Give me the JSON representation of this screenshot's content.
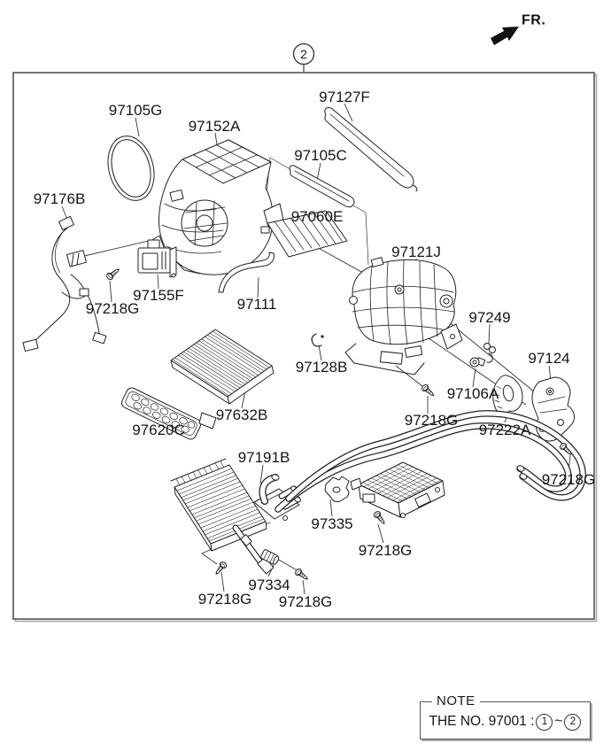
{
  "fr_indicator": {
    "label": "FR."
  },
  "assembly_callout": {
    "number": "2"
  },
  "parts": {
    "p97105g": "97105G",
    "p97152a": "97152A",
    "p97127f": "97127F",
    "p97105c": "97105C",
    "p97176b": "97176B",
    "p97060e": "97060E",
    "p97121j": "97121J",
    "p97155f": "97155F",
    "p97111": "97111",
    "p97128b": "97128B",
    "p97249": "97249",
    "p97124": "97124",
    "p97106a": "97106A",
    "p97632b": "97632B",
    "p97222a": "97222A",
    "p97620c": "97620C",
    "p97191b": "97191B",
    "p97335": "97335",
    "p97334": "97334",
    "p97218g": "97218G"
  },
  "note": {
    "title": "NOTE",
    "prefix": "THE NO. 97001 :",
    "range_start": "1",
    "range_separator": "~",
    "range_end": "2"
  }
}
